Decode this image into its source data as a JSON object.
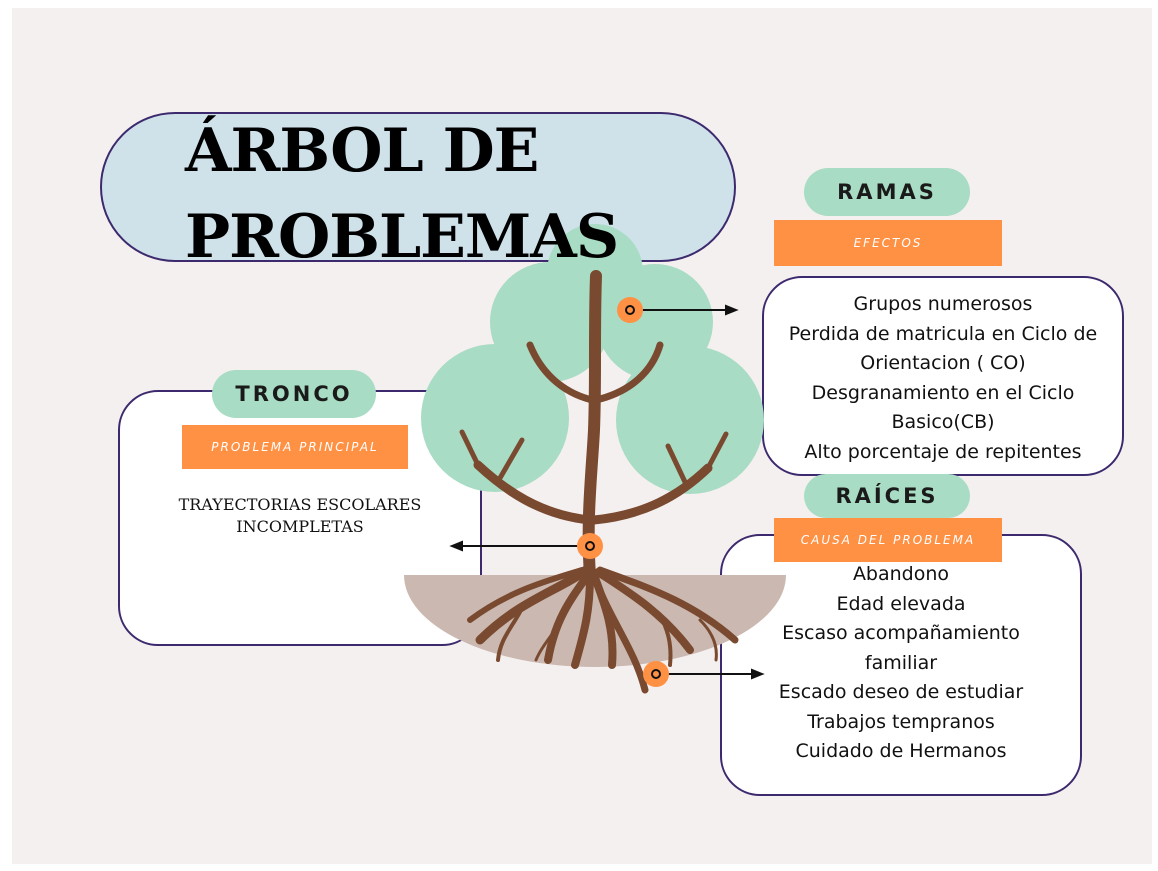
{
  "title": {
    "line1": "ÁRBOL DE",
    "line2": "PROBLEMAS"
  },
  "tronco": {
    "heading": "TRONCO",
    "label": "PROBLEMA PRINCIPAL",
    "text": "TRAYECTORIAS ESCOLARES INCOMPLETAS"
  },
  "ramas": {
    "heading": "RAMAS",
    "label": "EFECTOS",
    "items": [
      "Grupos numerosos",
      "Perdida de matricula en Ciclo de",
      "Orientacion ( CO)",
      "Desgranamiento en el Ciclo",
      "Basico(CB)",
      "Alto porcentaje de repitentes"
    ]
  },
  "raices": {
    "heading": "RAÍCES",
    "label": "CAUSA DEL PROBLEMA",
    "items": [
      "Abandono",
      "Edad elevada",
      "Escaso acompañamiento",
      "familiar",
      "Escado deseo de estudiar",
      "Trabajos tempranos",
      "Cuidado de Hermanos"
    ]
  },
  "colors": {
    "background": "#f5f0f0",
    "title_pill": "#cfe2ea",
    "outline": "#3d2a6e",
    "mint": "#a8dcc4",
    "orange": "#ff9145",
    "trunk": "#7a4a30",
    "ground": "#cbb9b1"
  }
}
